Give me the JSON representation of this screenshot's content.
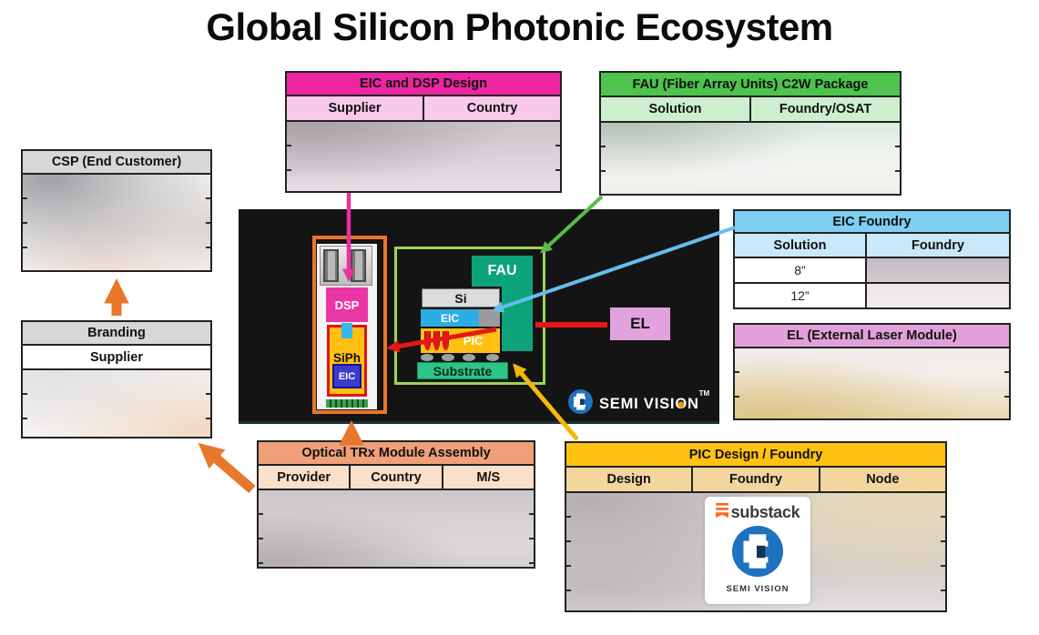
{
  "title": "Global Silicon Photonic Ecosystem",
  "colors": {
    "magenta_header": "#EC25A1",
    "magenta_subheader": "#F9C9E9",
    "green_header": "#4EC34E",
    "green_subheader": "#CDEFD0",
    "gray_header": "#D7D7D7",
    "blue_header": "#7ECFF2",
    "blue_subheader": "#C9E9FA",
    "orchid_header": "#E1A0DC",
    "salmon_header": "#EF9F79",
    "salmon_subheader": "#FADFCB",
    "gold_header": "#FFC213",
    "gold_subheader": "#F2D69E",
    "panel_background": "#141414",
    "teal_block": "#0CA37B",
    "substrate_green": "#2CC487",
    "eic_blue": "#2CADE4",
    "pic_gold": "#FFC013",
    "dsp_magenta": "#EA35A5",
    "module_eic_blue": "#3B3BD0",
    "orange_accent": "#E8772C",
    "frame_green": "#9CD455",
    "red_accent": "#E61717",
    "el_violet": "#E2A2DE",
    "logo_blue": "#1F72BE"
  },
  "tables": {
    "csp": {
      "title": "CSP (End Customer)"
    },
    "branding": {
      "title": "Branding",
      "columns": [
        "Supplier"
      ]
    },
    "eic_dsp": {
      "title": "EIC and DSP Design",
      "columns": [
        "Supplier",
        "Country"
      ]
    },
    "fau_pkg": {
      "title": "FAU (Fiber Array Units) C2W Package",
      "columns": [
        "Solution",
        "Foundry/OSAT"
      ]
    },
    "eic_foundry": {
      "title": "EIC Foundry",
      "columns": [
        "Solution",
        "Foundry"
      ],
      "rows": [
        {
          "solution": "8”"
        },
        {
          "solution": "12”"
        }
      ]
    },
    "el": {
      "title": "EL (External Laser Module)"
    },
    "trx": {
      "title": "Optical TRx Module Assembly",
      "columns": [
        "Provider",
        "Country",
        "M/S"
      ]
    },
    "pic": {
      "title": "PIC Design / Foundry",
      "columns": [
        "Design",
        "Foundry",
        "Node"
      ]
    }
  },
  "diagram": {
    "module": {
      "dsp": "DSP",
      "siph": "SiPh",
      "eic": "EIC"
    },
    "package": {
      "fau": "FAU",
      "si": "Si",
      "eic": "EIC",
      "pic": "PIC",
      "substrate": "Substrate"
    },
    "el_label": "EL",
    "brand": {
      "part1": "SEMI VISI",
      "o": "O",
      "part2": "N",
      "tm": "TM"
    }
  },
  "watermark": {
    "substack": "substack",
    "semi_vision": "SEMI VISION"
  }
}
